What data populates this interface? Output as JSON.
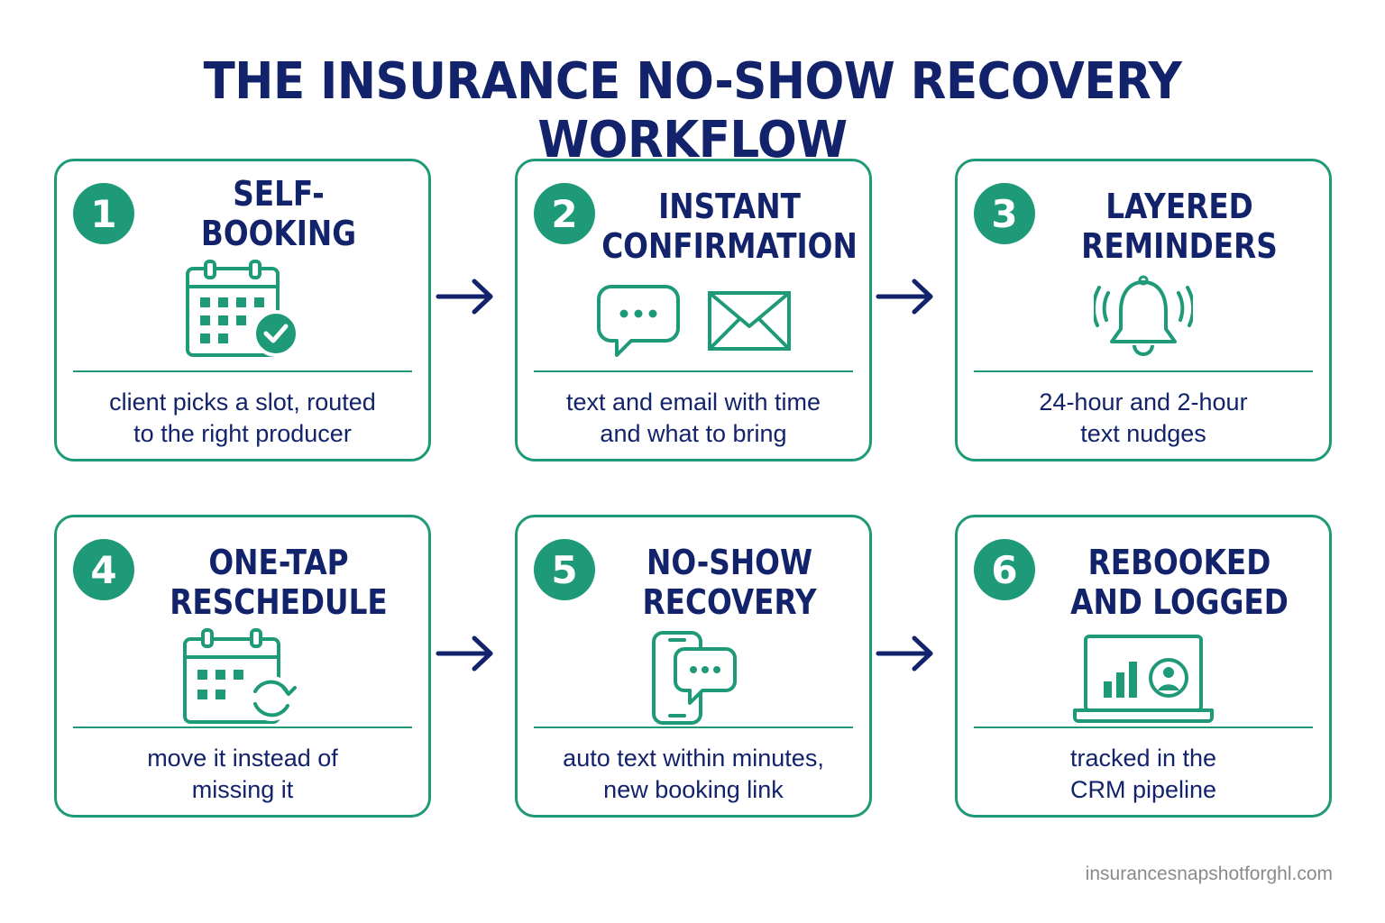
{
  "title": "THE INSURANCE NO-SHOW RECOVERY WORKFLOW",
  "colors": {
    "accent": "#1f9a78",
    "text": "#12236b",
    "muted": "#8a8a8a"
  },
  "steps": [
    {
      "number": "1",
      "title_lines": [
        "SELF-BOOKING"
      ],
      "desc_lines": [
        "client picks a slot, routed",
        "to the right producer"
      ],
      "icons": [
        "calendar-check-icon"
      ]
    },
    {
      "number": "2",
      "title_lines": [
        "INSTANT",
        "CONFIRMATION"
      ],
      "desc_lines": [
        "text and email with time",
        "and what to bring"
      ],
      "icons": [
        "chat-bubble-icon",
        "envelope-icon"
      ]
    },
    {
      "number": "3",
      "title_lines": [
        "LAYERED",
        "REMINDERS"
      ],
      "desc_lines": [
        "24-hour and 2-hour",
        "text nudges"
      ],
      "icons": [
        "ringing-bell-icon"
      ]
    },
    {
      "number": "4",
      "title_lines": [
        "ONE-TAP",
        "RESCHEDULE"
      ],
      "desc_lines": [
        "move it instead of",
        "missing it"
      ],
      "icons": [
        "calendar-refresh-icon"
      ]
    },
    {
      "number": "5",
      "title_lines": [
        "NO-SHOW",
        "RECOVERY"
      ],
      "desc_lines": [
        "auto text within minutes,",
        "new booking link"
      ],
      "icons": [
        "phone-message-icon"
      ]
    },
    {
      "number": "6",
      "title_lines": [
        "REBOOKED",
        "AND LOGGED"
      ],
      "desc_lines": [
        "tracked in the",
        "CRM pipeline"
      ],
      "icons": [
        "laptop-dashboard-icon"
      ]
    }
  ],
  "arrows": [
    "arrow-right-icon",
    "arrow-right-icon",
    "arrow-right-icon",
    "arrow-right-icon"
  ],
  "footer": "insurancesnapshotforghl.com"
}
